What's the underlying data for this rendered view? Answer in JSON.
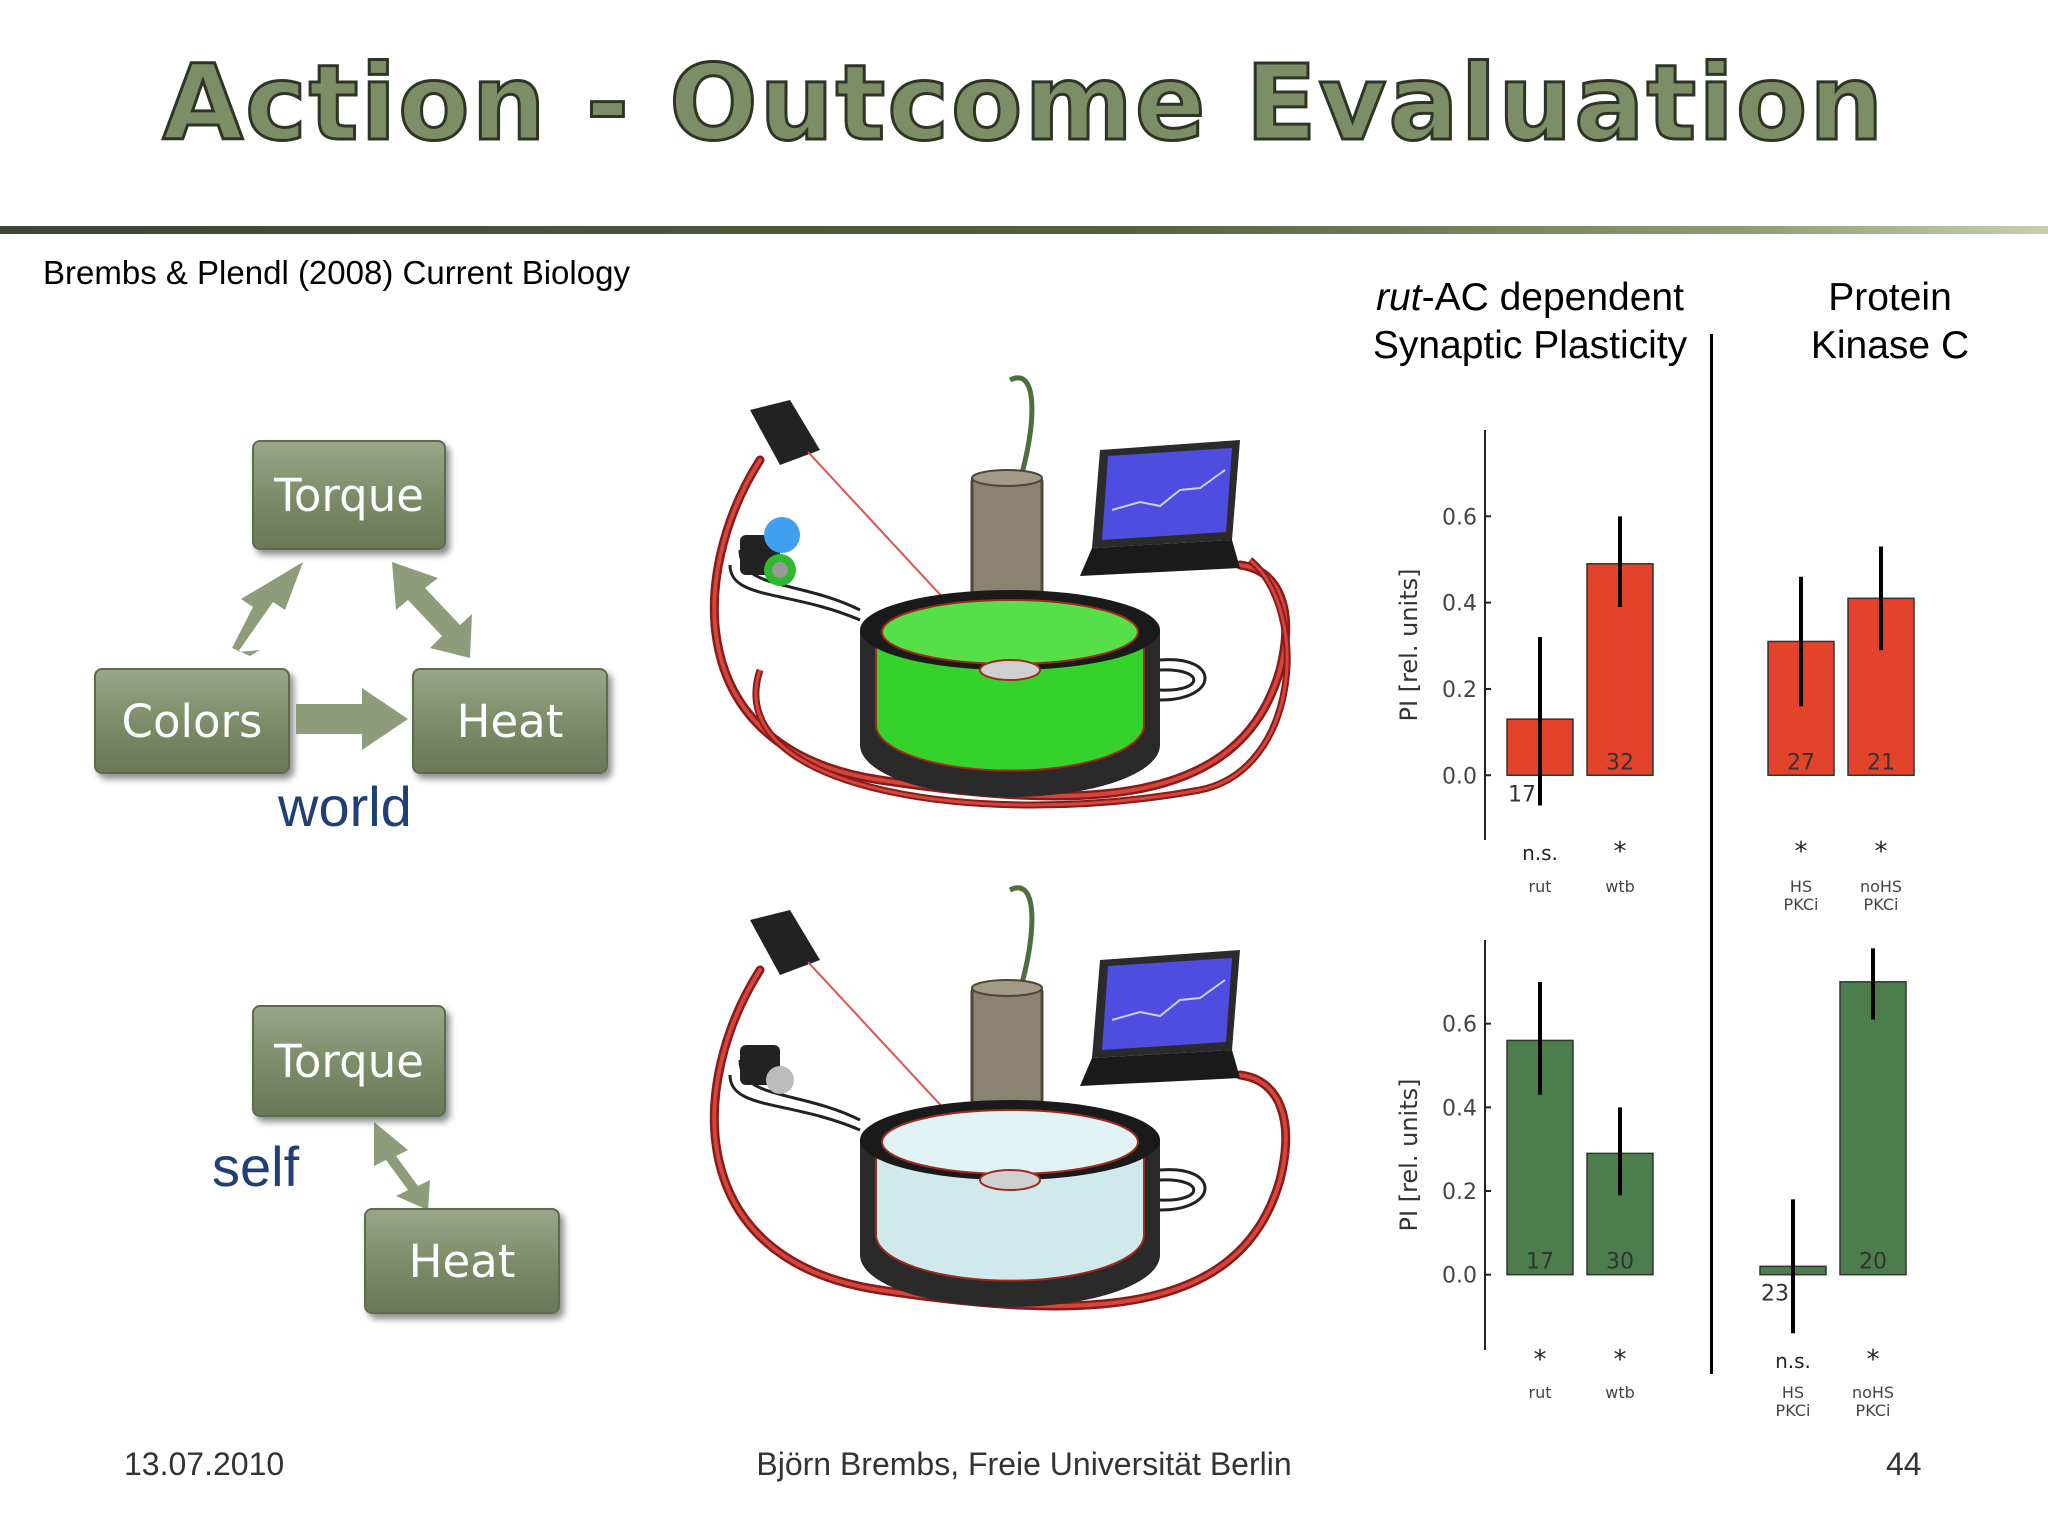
{
  "slide": {
    "title": "Action - Outcome Evaluation",
    "citation": "Brembs & Plendl (2008) Current Biology",
    "header_left_italic": "rut",
    "header_left_rest": "-AC dependent",
    "header_left_line2": "Synaptic Plasticity",
    "header_right_line1": "Protein",
    "header_right_line2": "Kinase C"
  },
  "diagram_world": {
    "torque": "Torque",
    "colors": "Colors",
    "heat": "Heat",
    "label": "world"
  },
  "diagram_self": {
    "torque": "Torque",
    "heat": "Heat",
    "label": "self"
  },
  "footer": {
    "date": "13.07.2010",
    "author": "Björn Brembs, Freie Universität Berlin",
    "page": "44"
  },
  "colors": {
    "title_fill": "#7c8e66",
    "box": "#7c8a68",
    "label_blue": "#1f3f76",
    "bar_red": "#e2432a",
    "bar_green": "#4b7d4d",
    "arena_green": "#33d42a",
    "arena_blue": "#cfe9ec"
  },
  "chart_data": [
    {
      "type": "bar",
      "panel": "top-left",
      "ylabel": "PI [rel. units]",
      "yticks": [
        "0.0",
        "0.2",
        "0.4",
        "0.6"
      ],
      "ylim": [
        -0.15,
        0.8
      ],
      "categories": [
        "rut",
        "wtb"
      ],
      "values": [
        0.13,
        0.49
      ],
      "error_low": [
        -0.07,
        0.39
      ],
      "error_high": [
        0.32,
        0.6
      ],
      "n": [
        "17",
        "32"
      ],
      "significance": [
        "n.s.",
        "*"
      ],
      "color": "#e2432a"
    },
    {
      "type": "bar",
      "panel": "top-right",
      "ylim": [
        -0.15,
        0.8
      ],
      "categories": [
        "HS PKCi",
        "noHS PKCi"
      ],
      "category_line1": [
        "HS",
        "noHS"
      ],
      "category_line2": [
        "PKCi",
        "PKCi"
      ],
      "values": [
        0.31,
        0.41
      ],
      "error_low": [
        0.16,
        0.29
      ],
      "error_high": [
        0.46,
        0.53
      ],
      "n": [
        "27",
        "21"
      ],
      "significance": [
        "*",
        "*"
      ],
      "color": "#e2432a"
    },
    {
      "type": "bar",
      "panel": "bottom-left",
      "ylabel": "PI [rel. units]",
      "yticks": [
        "0.0",
        "0.2",
        "0.4",
        "0.6"
      ],
      "ylim": [
        -0.18,
        0.8
      ],
      "categories": [
        "rut",
        "wtb"
      ],
      "values": [
        0.56,
        0.29
      ],
      "error_low": [
        0.43,
        0.19
      ],
      "error_high": [
        0.7,
        0.4
      ],
      "n": [
        "17",
        "30"
      ],
      "significance": [
        "*",
        "*"
      ],
      "color": "#4b7d4d"
    },
    {
      "type": "bar",
      "panel": "bottom-right",
      "ylim": [
        -0.18,
        0.8
      ],
      "categories": [
        "HS PKCi",
        "noHS PKCi"
      ],
      "category_line1": [
        "HS",
        "noHS"
      ],
      "category_line2": [
        "PKCi",
        "PKCi"
      ],
      "values": [
        0.02,
        0.7
      ],
      "error_low": [
        -0.14,
        0.61
      ],
      "error_high": [
        0.18,
        0.78
      ],
      "n": [
        "23",
        "20"
      ],
      "significance": [
        "n.s.",
        "*"
      ],
      "color": "#4b7d4d"
    }
  ]
}
